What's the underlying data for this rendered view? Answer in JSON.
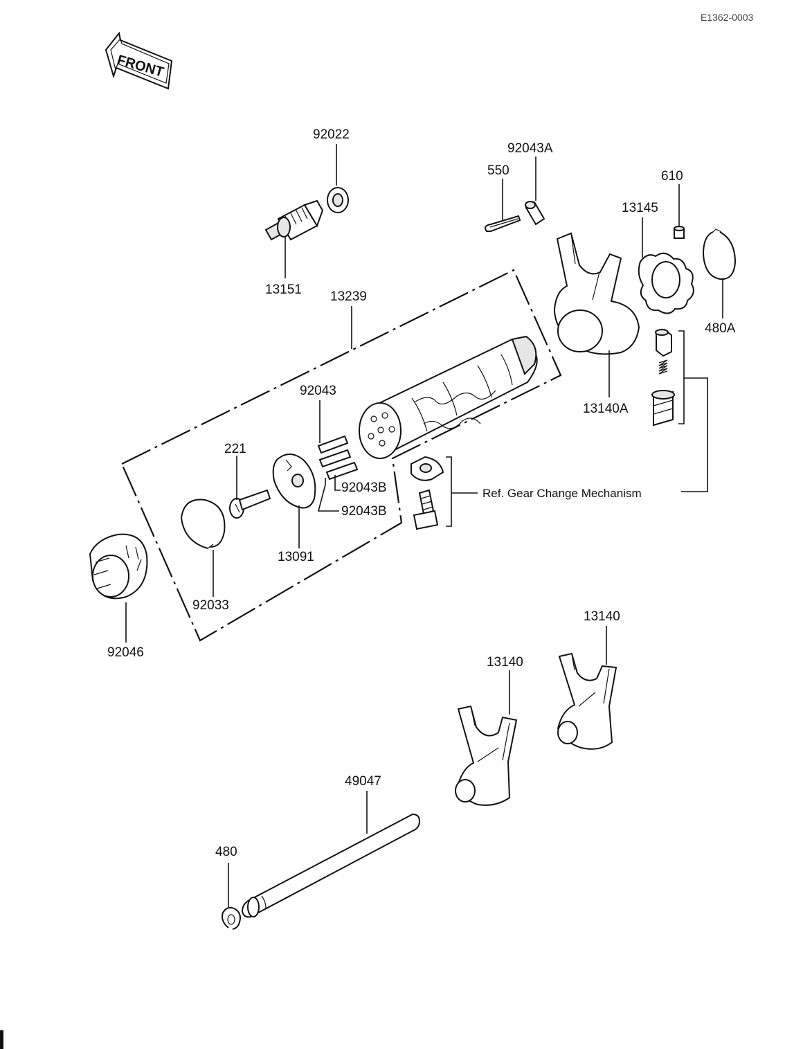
{
  "diagram_code": "E1362-0003",
  "direction_label": "FRONT",
  "reference_note": "Ref.  Gear Change Mechanism",
  "parts": [
    {
      "id": "p-92022",
      "label": "92022"
    },
    {
      "id": "p-13151",
      "label": "13151"
    },
    {
      "id": "p-13239",
      "label": "13239"
    },
    {
      "id": "p-550",
      "label": "550"
    },
    {
      "id": "p-92043A",
      "label": "92043A"
    },
    {
      "id": "p-610",
      "label": "610"
    },
    {
      "id": "p-13145",
      "label": "13145"
    },
    {
      "id": "p-480A",
      "label": "480A"
    },
    {
      "id": "p-13140A",
      "label": "13140A"
    },
    {
      "id": "p-92043",
      "label": "92043"
    },
    {
      "id": "p-221",
      "label": "221"
    },
    {
      "id": "p-92043B-1",
      "label": "92043B"
    },
    {
      "id": "p-92043B-2",
      "label": "92043B"
    },
    {
      "id": "p-13091",
      "label": "13091"
    },
    {
      "id": "p-92033",
      "label": "92033"
    },
    {
      "id": "p-92046",
      "label": "92046"
    },
    {
      "id": "p-13140-1",
      "label": "13140"
    },
    {
      "id": "p-13140-2",
      "label": "13140"
    },
    {
      "id": "p-49047",
      "label": "49047"
    },
    {
      "id": "p-480",
      "label": "480"
    }
  ]
}
